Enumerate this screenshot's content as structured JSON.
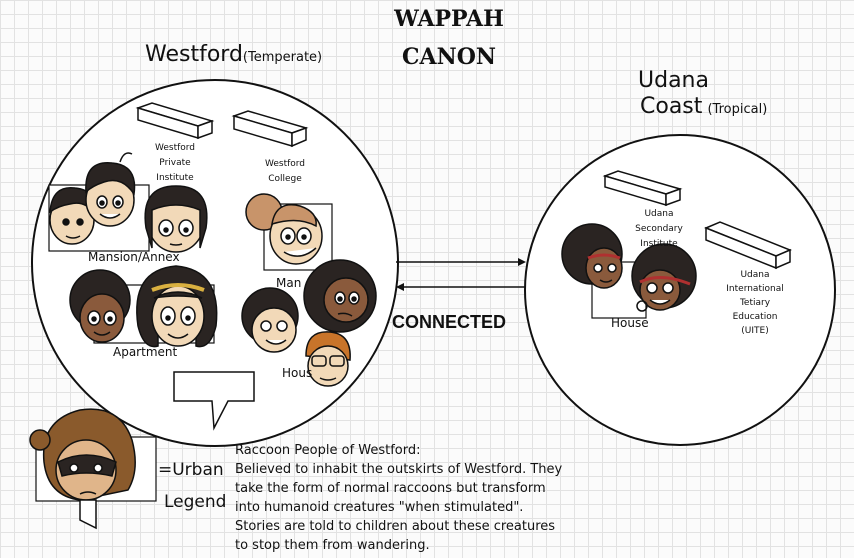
{
  "title": {
    "line1": "WAPPAH",
    "line2": "CANON"
  },
  "westford": {
    "name": "Westford",
    "climate": "(Temperate)",
    "locations": {
      "private_institute": [
        "Westford",
        "Private",
        "Institute"
      ],
      "college": [
        "Westford",
        "College"
      ],
      "mansion": "Mansion/Annex",
      "manor": "Man",
      "apartment": "Apartment",
      "house": "Hous"
    }
  },
  "udana": {
    "name_line1": "Udana",
    "name_line2": "Coast",
    "climate": "(Tropical)",
    "locations": {
      "secondary_institute": [
        "Udana",
        "Secondary",
        "Institute"
      ],
      "uite": [
        "Udana",
        "International",
        "Tetiary",
        "Education",
        "(UITE)"
      ],
      "house": "House"
    }
  },
  "connection_label": "CONNECTED",
  "legend": {
    "key_line1": "=Urban",
    "key_line2": "Legend",
    "heading": "Raccoon People of Westford:",
    "lines": [
      "Believed to inhabit the outskirts of Westford. They",
      "take the form of normal raccoons but transform",
      "into humanoid creatures \"when stimulated\".",
      "Stories are told to children about these creatures",
      "to stop them from wandering."
    ]
  },
  "colors": {
    "line": "#111111",
    "skin_light": "#f2d9b8",
    "skin_dark": "#8a5a3c",
    "hair_dark": "#2a2422",
    "accent_orange": "#c8742a",
    "accent_red": "#b03030"
  }
}
